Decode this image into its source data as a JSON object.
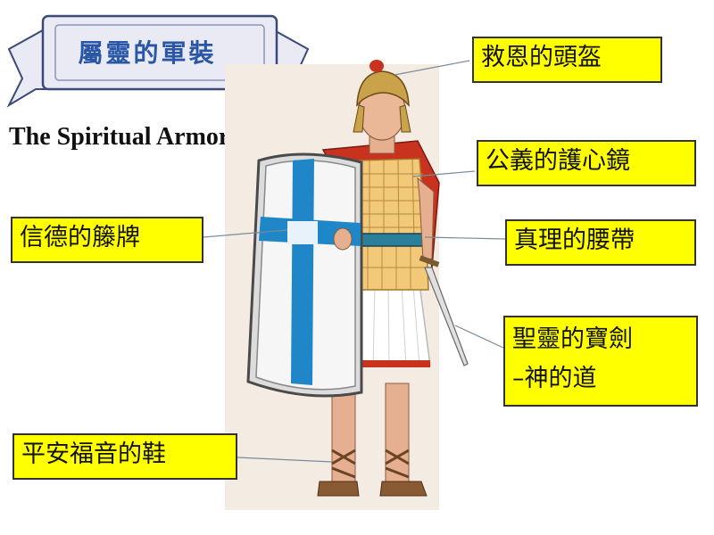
{
  "banner": {
    "title": "屬靈的軍裝"
  },
  "subtitle": "The Spiritual Armor",
  "labels": {
    "helmet": "救恩的頭盔",
    "breastplate": "公義的護心鏡",
    "shield": "信德的籐牌",
    "belt": "真理的腰帶",
    "sword_line1": "聖靈的寶劍",
    "sword_line2": "–神的道",
    "shoes": "平安福音的鞋"
  },
  "colors": {
    "label_bg": "#ffff00",
    "banner_fill": "#e9eaf3",
    "banner_text": "#2a56a6",
    "cross_blue": "#1f86c8",
    "cape_red": "#c8321e"
  }
}
